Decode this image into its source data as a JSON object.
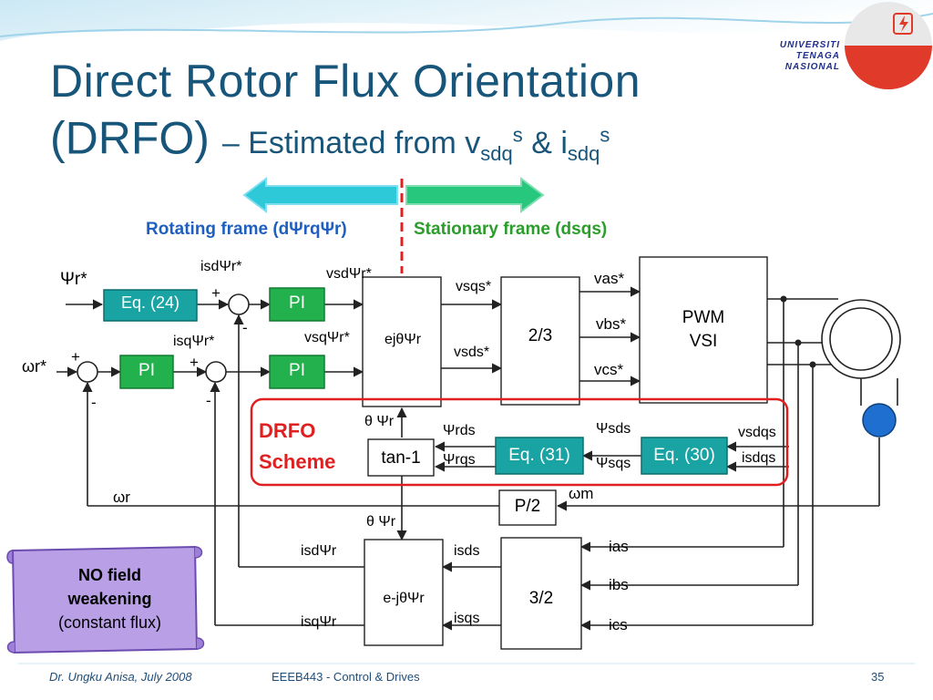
{
  "title": {
    "line1": "Direct Rotor Flux Orientation",
    "line2_main": "(DRFO)",
    "line2_sub_prefix": "– Estimated from v",
    "v_sub": "sdq",
    "v_sup": "s",
    "amp": " & i",
    "i_sub": "sdq",
    "i_sup": "s"
  },
  "logo": {
    "line1": "UNIVERSITI",
    "line2": "TENAGA",
    "line3": "NASIONAL"
  },
  "frames": {
    "rotating": "Rotating frame (dΨrqΨr)",
    "stationary": "Stationary frame (dsqs)"
  },
  "blocks": {
    "eq24": "Eq. (24)",
    "pi": "PI",
    "ejtheta": "ejθΨr",
    "two_three": "2/3",
    "pwm_line1": "PWM",
    "pwm_line2": "VSI",
    "tan": "tan-1",
    "eq31": "Eq. (31)",
    "eq30": "Eq. (30)",
    "p2": "P/2",
    "e_neg": "e-jθΨr",
    "three_two": "3/2"
  },
  "drfo": {
    "line1": "DRFO",
    "line2": "Scheme"
  },
  "signals": {
    "psi_r_ref": "Ψr*",
    "omega_r_ref": "ωr*",
    "isd_ref": "isdΨr*",
    "isq_ref": "isqΨr*",
    "vsd_ref": "vsdΨr*",
    "vsq_ref": "vsqΨr*",
    "vsq_s": "vsqs*",
    "vsd_s": "vsds*",
    "vas": "vas*",
    "vbs": "vbs*",
    "vcs": "vcs*",
    "theta_top": "θ Ψr",
    "theta_bot": "θ Ψr",
    "psi_rd": "Ψrds",
    "psi_rq": "Ψrqs",
    "psi_sd": "Ψsds",
    "psi_sq": "Ψsqs",
    "vsdq": "vsdqs",
    "isdq": "isdqs",
    "omega_r": "ωr",
    "omega_m": "ωm",
    "isd_psi": "isdΨr",
    "isq_psi": "isqΨr",
    "isd_s": "isds",
    "isq_s": "isqs",
    "ias": "ias",
    "ibs": "ibs",
    "ics": "ics",
    "plus": "+",
    "minus": "-"
  },
  "note": {
    "line1": "NO field",
    "line2": "weakening",
    "line3": "(constant flux)"
  },
  "footer": {
    "author": "Dr. Ungku Anisa, July 2008",
    "course": "EEEB443 - Control & Drives",
    "page": "35"
  },
  "colors": {
    "title": "#17557a",
    "teal_block": "#1aa3a3",
    "green_block": "#22b14c",
    "drfo_red": "#e02020",
    "frame_blue": "#1f5fbf",
    "frame_green": "#2a9d2a",
    "note_fill": "#b9a0e6"
  }
}
